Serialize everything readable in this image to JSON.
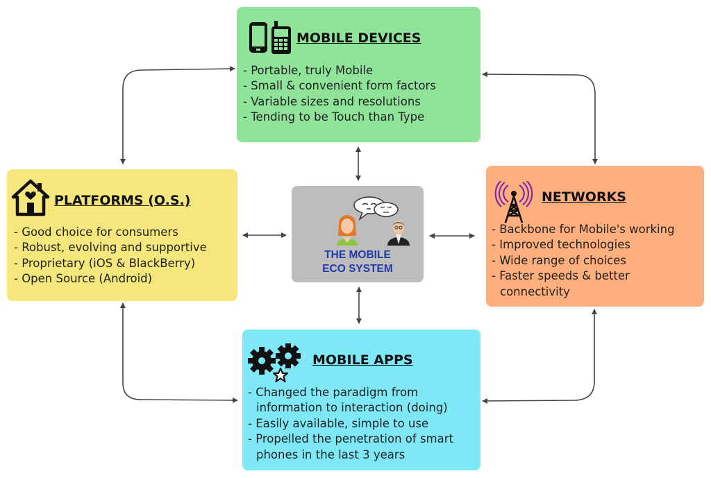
{
  "center": {
    "line1": "THE MOBILE",
    "line2": "ECO SYSTEM",
    "icon": "people-chat-icon",
    "colors": {
      "background": "#bdbdbd",
      "text": "#1f3aa6"
    }
  },
  "boxes": {
    "devices": {
      "title": "MOBILE DEVICES",
      "icon": "mobile-phones-icon",
      "color": "#8fe49a",
      "items": [
        "- Portable, truly Mobile",
        "- Small & convenient form factors",
        "- Variable sizes and resolutions",
        "- Tending to be Touch than Type"
      ]
    },
    "platforms": {
      "title_part1": "PLATFORMS",
      "title_part2": "(O.S.)",
      "icon": "house-icon",
      "color": "#f5e77c",
      "items": [
        "- Good choice for consumers",
        "- Robust, evolving and supportive",
        "- Proprietary (iOS & BlackBerry)",
        "- Open Source (Android)"
      ]
    },
    "networks": {
      "title": "NETWORKS",
      "icon": "antenna-tower-icon",
      "color": "#ffaf7d",
      "items": [
        "- Backbone for Mobile's working",
        "- Improved technologies",
        "- Wide range of choices",
        "- Faster speeds & better",
        "connectivity"
      ]
    },
    "apps": {
      "title": "MOBILE APPS",
      "icon": "gears-star-icon",
      "color": "#7fe8f6",
      "items": [
        "- Changed the paradigm from",
        "information to interaction (doing)",
        "- Easily available, simple to use",
        "- Propelled the penetration of smart",
        "phones in the last 3 years"
      ]
    }
  },
  "connectors": {
    "color": "#444444",
    "links": [
      "platforms-devices",
      "devices-networks",
      "platforms-apps",
      "apps-networks",
      "center-devices",
      "center-apps",
      "center-platforms",
      "center-networks"
    ]
  }
}
